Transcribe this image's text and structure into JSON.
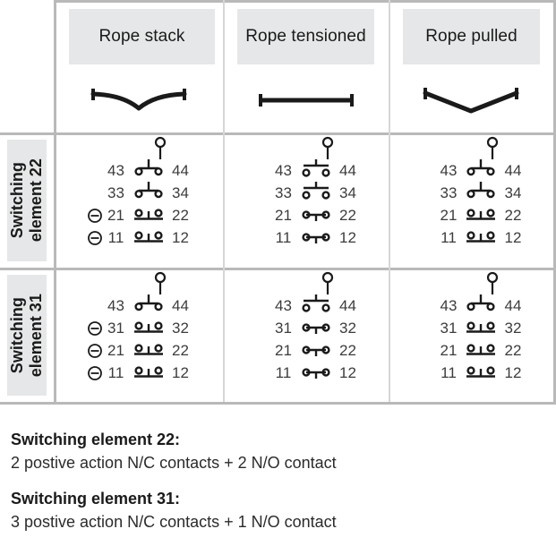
{
  "table": {
    "columns": [
      {
        "id": "rope-stack",
        "label": "Rope stack",
        "rope_icon": "rope-slack-icon"
      },
      {
        "id": "rope-tensioned",
        "label": "Rope tensioned",
        "rope_icon": "rope-straight-icon"
      },
      {
        "id": "rope-pulled",
        "label": "Rope pulled",
        "rope_icon": "rope-pulled-icon"
      }
    ],
    "rows": [
      {
        "id": "switching-element-22",
        "label_line1": "Switching",
        "label_line2": "element 22",
        "cells": [
          {
            "column": "rope-stack",
            "contacts": [
              {
                "left": "43",
                "right": "44",
                "type": "no",
                "state": "closed",
                "positive_action": false
              },
              {
                "left": "33",
                "right": "34",
                "type": "no",
                "state": "closed",
                "positive_action": false
              },
              {
                "left": "21",
                "right": "22",
                "type": "nc",
                "state": "closed",
                "positive_action": true
              },
              {
                "left": "11",
                "right": "12",
                "type": "nc",
                "state": "closed",
                "positive_action": true
              }
            ]
          },
          {
            "column": "rope-tensioned",
            "contacts": [
              {
                "left": "43",
                "right": "44",
                "type": "no",
                "state": "open",
                "positive_action": false
              },
              {
                "left": "33",
                "right": "34",
                "type": "no",
                "state": "open",
                "positive_action": false
              },
              {
                "left": "21",
                "right": "22",
                "type": "nc",
                "state": "made",
                "positive_action": false
              },
              {
                "left": "11",
                "right": "12",
                "type": "nc",
                "state": "made",
                "positive_action": false
              }
            ]
          },
          {
            "column": "rope-pulled",
            "contacts": [
              {
                "left": "43",
                "right": "44",
                "type": "no",
                "state": "closed",
                "positive_action": false
              },
              {
                "left": "33",
                "right": "34",
                "type": "no",
                "state": "closed",
                "positive_action": false
              },
              {
                "left": "21",
                "right": "22",
                "type": "nc",
                "state": "closed",
                "positive_action": false
              },
              {
                "left": "11",
                "right": "12",
                "type": "nc",
                "state": "closed",
                "positive_action": false
              }
            ]
          }
        ]
      },
      {
        "id": "switching-element-31",
        "label_line1": "Switching",
        "label_line2": "element 31",
        "cells": [
          {
            "column": "rope-stack",
            "contacts": [
              {
                "left": "43",
                "right": "44",
                "type": "no",
                "state": "closed",
                "positive_action": false
              },
              {
                "left": "31",
                "right": "32",
                "type": "nc",
                "state": "closed",
                "positive_action": true
              },
              {
                "left": "21",
                "right": "22",
                "type": "nc",
                "state": "closed",
                "positive_action": true
              },
              {
                "left": "11",
                "right": "12",
                "type": "nc",
                "state": "closed",
                "positive_action": true
              }
            ]
          },
          {
            "column": "rope-tensioned",
            "contacts": [
              {
                "left": "43",
                "right": "44",
                "type": "no",
                "state": "open",
                "positive_action": false
              },
              {
                "left": "31",
                "right": "32",
                "type": "nc",
                "state": "made",
                "positive_action": false
              },
              {
                "left": "21",
                "right": "22",
                "type": "nc",
                "state": "made",
                "positive_action": false
              },
              {
                "left": "11",
                "right": "12",
                "type": "nc",
                "state": "made",
                "positive_action": false
              }
            ]
          },
          {
            "column": "rope-pulled",
            "contacts": [
              {
                "left": "43",
                "right": "44",
                "type": "no",
                "state": "closed",
                "positive_action": false
              },
              {
                "left": "31",
                "right": "32",
                "type": "nc",
                "state": "closed",
                "positive_action": false
              },
              {
                "left": "21",
                "right": "22",
                "type": "nc",
                "state": "closed",
                "positive_action": false
              },
              {
                "left": "11",
                "right": "12",
                "type": "nc",
                "state": "closed",
                "positive_action": false
              }
            ]
          }
        ]
      }
    ]
  },
  "captions": [
    {
      "title": "Switching element 22:",
      "body": "2 postive action N/C contacts + 2 N/O contact"
    },
    {
      "title": "Switching element 31:",
      "body": "3 postive action N/C contacts + 1 N/O contact"
    }
  ],
  "colors": {
    "header_fill": "#e6e7e8",
    "rule": "#b9b9b9",
    "rule_light": "#d6d6d6",
    "ink": "#1a1a1a",
    "label_ink": "#3c3c3c"
  },
  "icons": {
    "positive_action": "positive-action-icon",
    "actuator": "actuator-icon"
  }
}
